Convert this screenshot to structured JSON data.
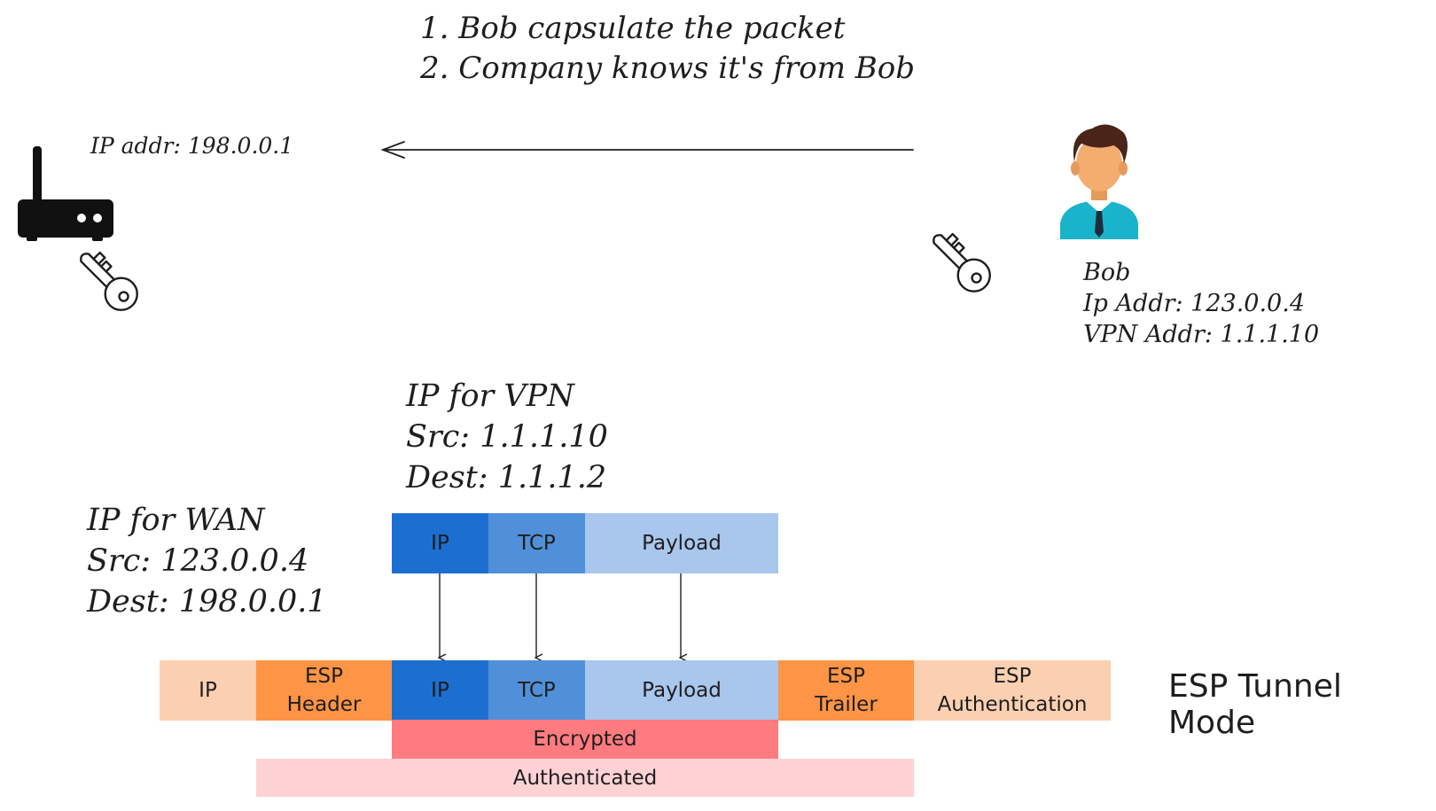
{
  "notes": [
    "1. Bob capsulate the packet",
    "2. Company knows it's from Bob"
  ],
  "router": {
    "ip_label": "IP addr: 198.0.0.1",
    "icon": "router-icon",
    "key_icon": "key-icon"
  },
  "bob": {
    "name": "Bob",
    "ip_addr": "Ip Addr: 123.0.0.4",
    "vpn_addr": "VPN Addr: 1.1.1.10",
    "icon": "person-icon",
    "key_icon": "key-icon"
  },
  "vpn_ip": {
    "title": "IP for VPN",
    "src": "Src: 1.1.1.10",
    "dest": "Dest: 1.1.1.2"
  },
  "wan_ip": {
    "title": "IP for WAN",
    "src": "Src: 123.0.0.4",
    "dest": "Dest: 198.0.0.1"
  },
  "original_packet": [
    {
      "label": "IP",
      "color": "#1c6fd1"
    },
    {
      "label": "TCP",
      "color": "#5090d8"
    },
    {
      "label": "Payload",
      "color": "#a9c6ec"
    }
  ],
  "esp_packet": [
    {
      "label": "IP",
      "color": "#fbd0b0"
    },
    {
      "label": "ESP\nHeader",
      "color": "#fd9446"
    },
    {
      "label": "IP",
      "color": "#1c6fd1"
    },
    {
      "label": "TCP",
      "color": "#5090d8"
    },
    {
      "label": "Payload",
      "color": "#a9c6ec"
    },
    {
      "label": "ESP\nTrailer",
      "color": "#fd9446"
    },
    {
      "label": "ESP\nAuthentication",
      "color": "#fbd0b0"
    }
  ],
  "encrypted_label": "Encrypted",
  "authenticated_label": "Authenticated",
  "colors": {
    "encrypted": "#ff7b80",
    "authenticated": "#fed2d4"
  },
  "mode_title": "ESP Tunnel Mode"
}
